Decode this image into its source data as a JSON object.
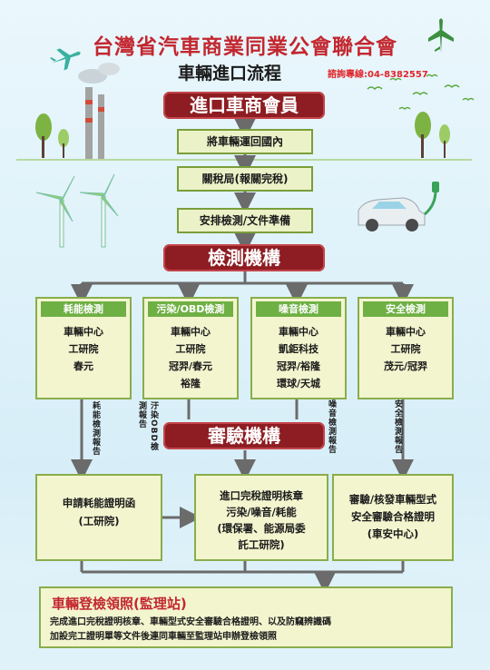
{
  "header": {
    "title": "台灣省汽車商業同業公會聯合會",
    "subtitle": "車輛進口流程",
    "contact": "諮詢專線:04-8382557"
  },
  "stage1": {
    "title": "進口車商會員",
    "steps": [
      "將車輛運回國內",
      "關稅局(報關完稅)",
      "安排檢測/文件準備"
    ]
  },
  "stage2": {
    "title": "檢測機構",
    "agencies": [
      {
        "head": "耗能檢測",
        "lines": [
          "車輛中心",
          "工研院",
          "春元"
        ]
      },
      {
        "head": "污染/OBD檢測",
        "lines": [
          "車輛中心",
          "工研院",
          "冠羿/春元",
          "裕隆"
        ]
      },
      {
        "head": "噪音檢測",
        "lines": [
          "車輛中心",
          "凱鉅科技",
          "冠羿/裕隆",
          "環球/天城"
        ]
      },
      {
        "head": "安全檢測",
        "lines": [
          "車輛中心",
          "工研院",
          "茂元/冠羿"
        ]
      }
    ],
    "reports": [
      "耗能檢測報告",
      "汙染OBD檢測報告",
      "噪音檢測報告",
      "安全檢測報告"
    ]
  },
  "stage3": {
    "title": "審驗機構",
    "left_box": [
      "申請耗能證明函",
      "(工研院)"
    ],
    "center_box": [
      "進口完稅證明核章",
      "污染/噪音/耗能",
      "(環保署、能源局委",
      "託工研院)"
    ],
    "right_box": [
      "審驗/核發車輛型式",
      "安全審驗合格證明",
      "(車安中心)"
    ]
  },
  "final": {
    "title": "車輛登檢領照(監理站)",
    "lines": [
      "完成進口完稅證明核章、車輛型式安全審驗合格證明、以及防竊辨識碼",
      "加設完工證明單等文件後連同車輛至監理站申辦登檢領照"
    ]
  },
  "colors": {
    "banner": "#8d1d22",
    "accent_green": "#6fb044",
    "title_red": "#c3272f"
  }
}
